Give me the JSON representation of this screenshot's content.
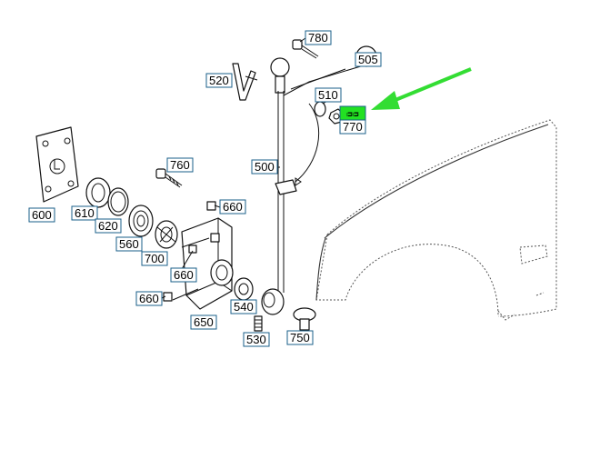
{
  "diagram": {
    "callouts": [
      {
        "id": "780",
        "text": "780"
      },
      {
        "id": "505",
        "text": "505"
      },
      {
        "id": "520",
        "text": "520"
      },
      {
        "id": "510",
        "text": "510"
      },
      {
        "id": "highlight",
        "text": "ᴞᴞ"
      },
      {
        "id": "770",
        "text": "770"
      },
      {
        "id": "600",
        "text": "600"
      },
      {
        "id": "610",
        "text": "610"
      },
      {
        "id": "620",
        "text": "620"
      },
      {
        "id": "560",
        "text": "560"
      },
      {
        "id": "700",
        "text": "700"
      },
      {
        "id": "760",
        "text": "760"
      },
      {
        "id": "660a",
        "text": "660"
      },
      {
        "id": "660b",
        "text": "660"
      },
      {
        "id": "660c",
        "text": "660"
      },
      {
        "id": "650",
        "text": "650"
      },
      {
        "id": "500",
        "text": "500"
      },
      {
        "id": "540",
        "text": "540"
      },
      {
        "id": "530",
        "text": "530"
      },
      {
        "id": "750",
        "text": "750"
      }
    ],
    "highlight_color": "#22e022",
    "arrow_color": "#33dd33",
    "label_border_color": "#1a5f8a"
  }
}
